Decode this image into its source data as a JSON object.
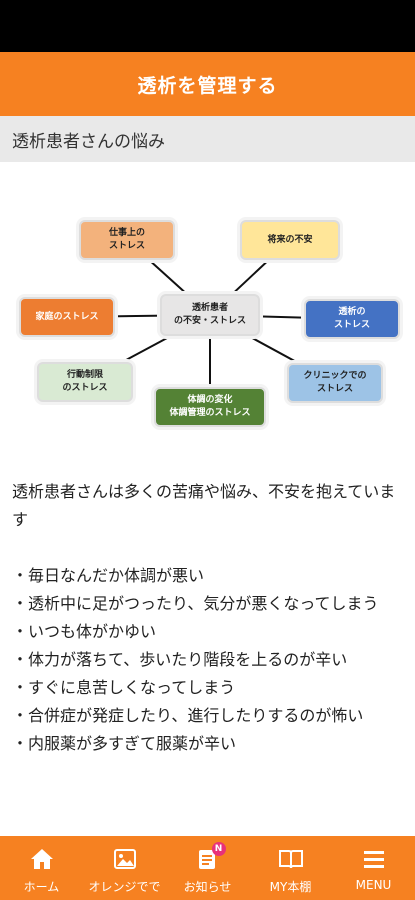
{
  "header": {
    "title": "透析を管理する"
  },
  "section": {
    "title": "透析患者さんの悩み"
  },
  "diagram": {
    "center": "透析患者\nの不安・ストレス",
    "nodes": [
      {
        "id": "work",
        "label": "仕事上の\nストレス",
        "color": "#f3b27c"
      },
      {
        "id": "future",
        "label": "将来の不安",
        "color": "#ffe699"
      },
      {
        "id": "family",
        "label": "家庭のストレス",
        "color": "#ed7d31"
      },
      {
        "id": "dialysis",
        "label": "透析の\nストレス",
        "color": "#4472c4"
      },
      {
        "id": "restriction",
        "label": "行動制限\nのストレス",
        "color": "#d9ead3"
      },
      {
        "id": "physical",
        "label": "体調の変化\n体調管理のストレス",
        "color": "#548235"
      },
      {
        "id": "clinic",
        "label": "クリニックでの\nストレス",
        "color": "#9dc3e6"
      }
    ]
  },
  "content": {
    "intro": "透析患者さんは多くの苦痛や悩み、不安を抱えています",
    "items": [
      "・毎日なんだか体調が悪い",
      "・透析中に足がつったり、気分が悪くなってしまう",
      "・いつも体がかゆい",
      "・体力が落ちて、歩いたり階段を上るのが辛い",
      "・すぐに息苦しくなってしまう",
      "・合併症が発症したり、進行したりするのが怖い",
      "・内服薬が多すぎて服薬が辛い"
    ]
  },
  "nav": {
    "items": [
      {
        "label": "ホーム",
        "icon": "home-icon"
      },
      {
        "label": "オレンジでで",
        "icon": "image-icon"
      },
      {
        "label": "お知らせ",
        "icon": "notice-icon",
        "badge": "N"
      },
      {
        "label": "MY本棚",
        "icon": "book-icon"
      },
      {
        "label": "MENU",
        "icon": "menu-icon"
      }
    ]
  }
}
